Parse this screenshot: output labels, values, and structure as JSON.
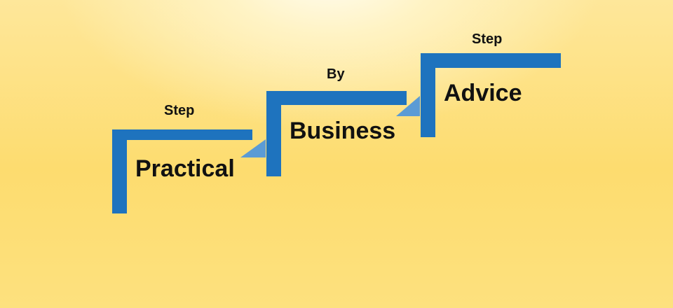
{
  "colors": {
    "stair_blue": "#1e73be",
    "connector_blue": "#5b9bd5",
    "text": "#111111",
    "background_top": "#fff6d0",
    "background_bottom": "#fddc6f"
  },
  "steps": [
    {
      "top_label": "Step",
      "main_label": "Practical"
    },
    {
      "top_label": "By",
      "main_label": "Business"
    },
    {
      "top_label": "Step",
      "main_label": "Advice"
    }
  ]
}
